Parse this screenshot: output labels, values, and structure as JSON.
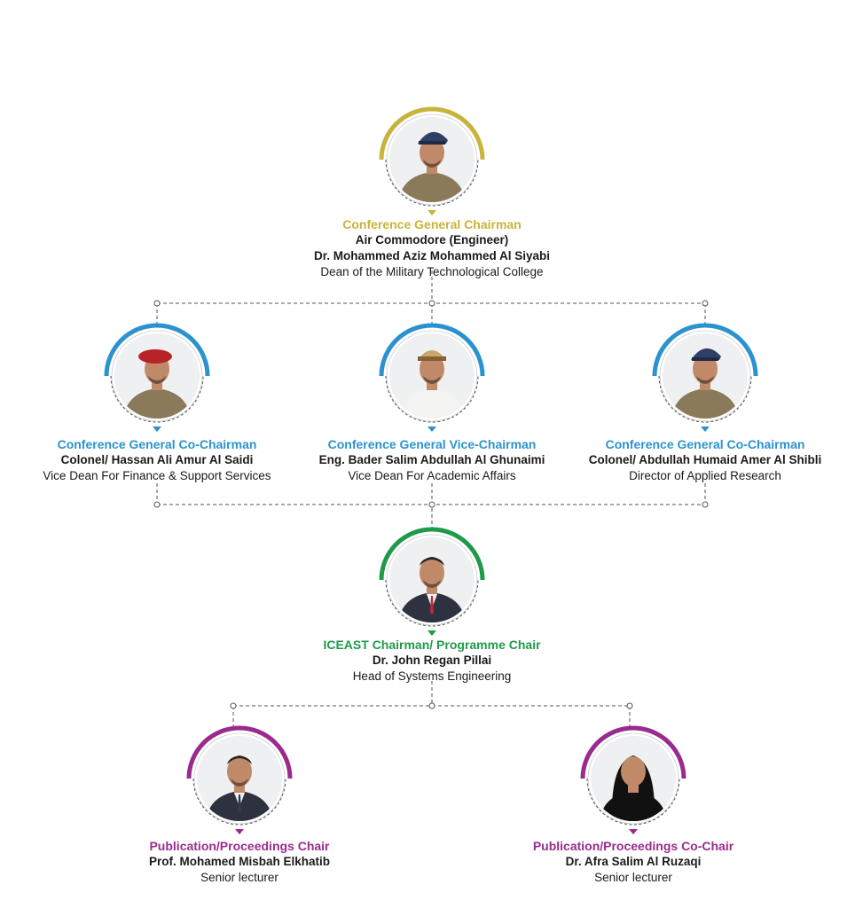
{
  "colors": {
    "gold": "#c8b43a",
    "blue": "#2a93cf",
    "green": "#1f9a4a",
    "purple": "#9a2b8e",
    "connector": "#555555"
  },
  "chart_data": {
    "type": "org-chart",
    "nodes": [
      {
        "id": "chairman",
        "parent": null,
        "accent": "gold",
        "role": "Conference General Chairman",
        "rank": "Air Commodore (Engineer)",
        "name": "Dr. Mohammed Aziz Mohammed Al Siyabi",
        "title": "Dean of the Military Technological College"
      },
      {
        "id": "co-chair-1",
        "parent": "chairman",
        "accent": "blue",
        "role": "Conference General Co-Chairman",
        "name": "Colonel/ Hassan Ali Amur Al Saidi",
        "title": "Vice Dean For Finance & Support Services"
      },
      {
        "id": "vice-chair",
        "parent": "chairman",
        "accent": "blue",
        "role": "Conference General Vice-Chairman",
        "name": "Eng. Bader Salim Abdullah Al Ghunaimi",
        "title": "Vice Dean For Academic Affairs"
      },
      {
        "id": "co-chair-2",
        "parent": "chairman",
        "accent": "blue",
        "role": "Conference General Co-Chairman",
        "name": "Colonel/ Abdullah Humaid Amer Al Shibli",
        "title": "Director of Applied Research"
      },
      {
        "id": "programme-chair",
        "parent": "vice-chair",
        "accent": "green",
        "role": "ICEAST Chairman/ Programme Chair",
        "name": "Dr. John Regan Pillai",
        "title": "Head of Systems Engineering"
      },
      {
        "id": "pub-chair",
        "parent": "programme-chair",
        "accent": "purple",
        "role": "Publication/Proceedings Chair",
        "name": "Prof. Mohamed Misbah Elkhatib",
        "title": "Senior lecturer"
      },
      {
        "id": "pub-co-chair",
        "parent": "programme-chair",
        "accent": "purple",
        "role": "Publication/Proceedings Co-Chair",
        "name": "Dr. Afra Salim Al Ruzaqi",
        "title": "Senior lecturer"
      }
    ]
  }
}
